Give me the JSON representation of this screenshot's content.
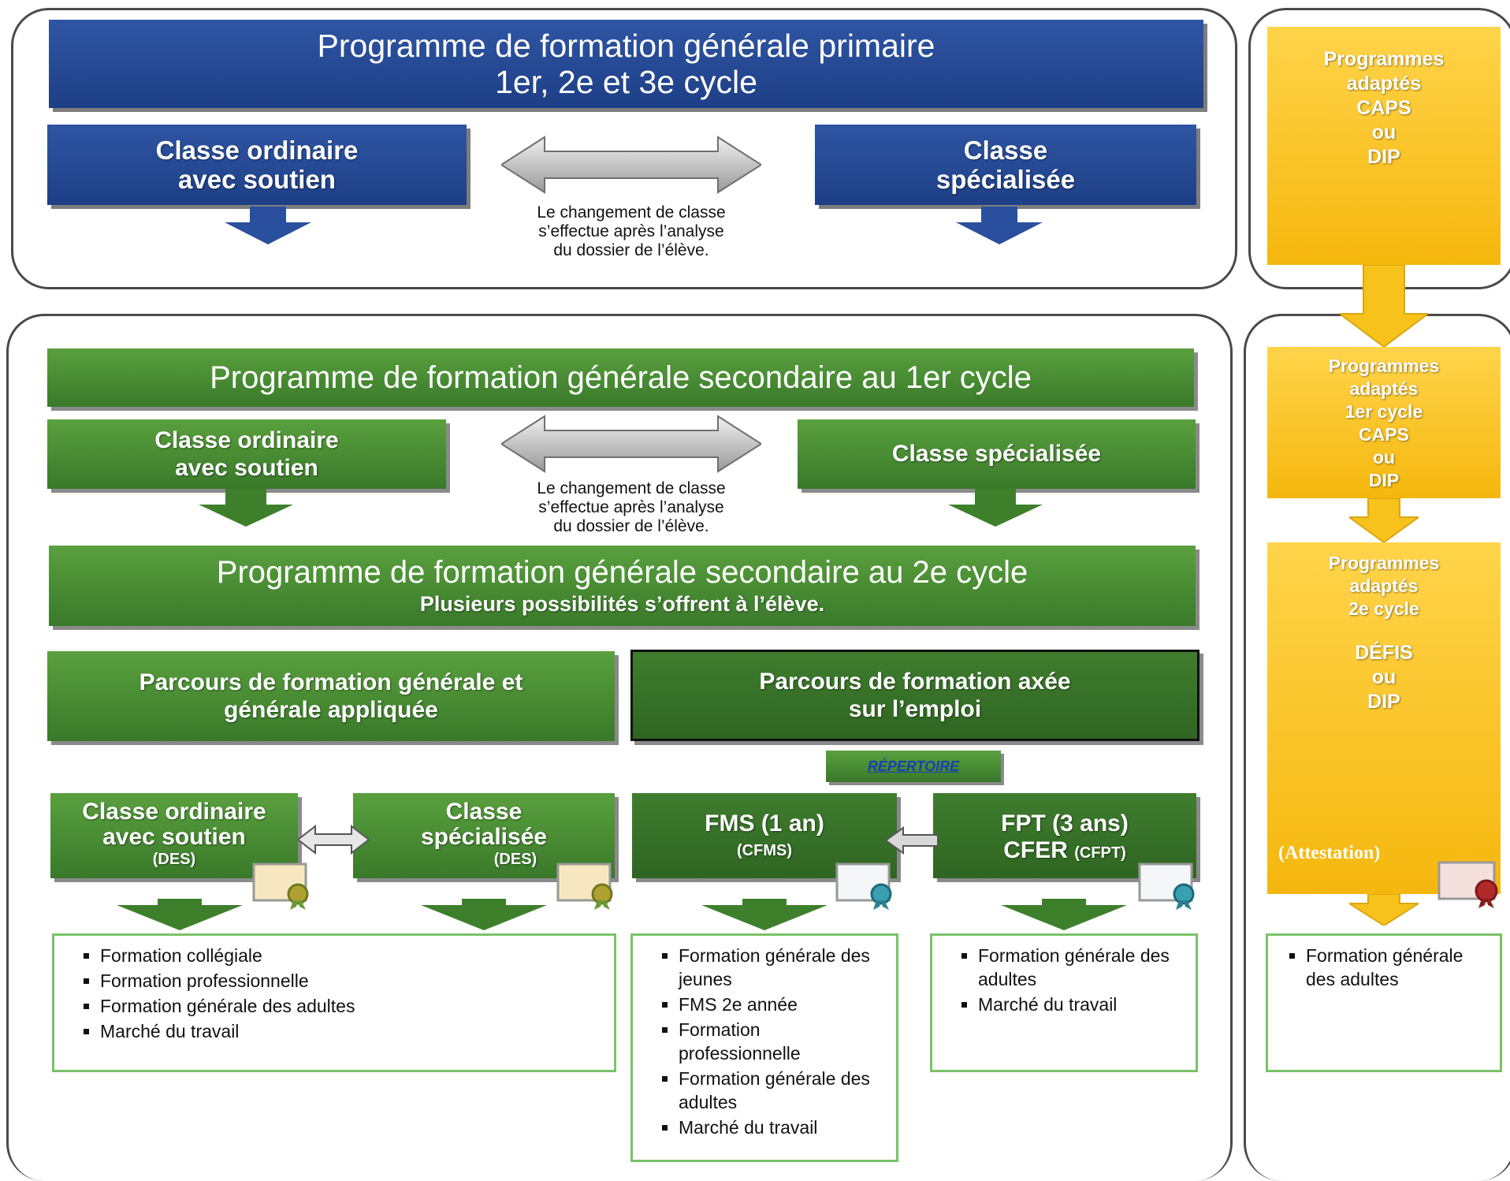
{
  "primaire": {
    "title_line1": "Programme de formation générale primaire",
    "title_line2": "1er, 2e et 3e cycle",
    "left_line1": "Classe ordinaire",
    "left_line2": "avec soutien",
    "right_line1": "Classe",
    "right_line2": "spécialisée",
    "note_line1": "Le changement de classe",
    "note_line2": "s’effectue après l’analyse",
    "note_line3": "du dossier de l’élève."
  },
  "sec1": {
    "title": "Programme de formation générale secondaire au 1er cycle",
    "left_line1": "Classe ordinaire",
    "left_line2": "avec soutien",
    "right": "Classe spécialisée",
    "note_line1": "Le changement de classe",
    "note_line2": "s’effectue après l’analyse",
    "note_line3": "du dossier de l’élève."
  },
  "sec2": {
    "title": "Programme de formation générale secondaire au 2e cycle",
    "subtitle": "Plusieurs possibilités s’offrent à l’élève."
  },
  "parcours": {
    "general_line1": "Parcours de formation générale et",
    "general_line2": "générale appliquée",
    "emploi_line1": "Parcours de formation axée",
    "emploi_line2": "sur l’emploi",
    "repertoire_link": "RÉPERTOIRE"
  },
  "boxes": {
    "ordinaire_line1": "Classe ordinaire",
    "ordinaire_line2": "avec soutien",
    "ordinaire_diploma": "(DES)",
    "specialisee_line1": "Classe",
    "specialisee_line2": "spécialisée",
    "specialisee_diploma": "(DES)",
    "fms": "FMS (1 an)",
    "fms_diploma": "(CFMS)",
    "fpt": "FPT (3 ans)",
    "cfer": "CFER",
    "fpt_diploma": "(CFPT)"
  },
  "outcomes": {
    "general": [
      "Formation collégiale",
      "Formation professionnelle",
      "Formation générale des adultes",
      "Marché du travail"
    ],
    "fms": [
      "Formation générale des jeunes",
      "FMS 2e année",
      "Formation professionnelle",
      "Formation générale des adultes",
      "Marché du travail"
    ],
    "fpt": [
      "Formation générale des adultes",
      "Marché du travail"
    ],
    "adapte": [
      "Formation générale des adultes"
    ]
  },
  "adaptes": {
    "box1": [
      "Programmes",
      "adaptés",
      "CAPS",
      "ou",
      "DIP"
    ],
    "box2": [
      "Programmes",
      "adaptés",
      "1er cycle",
      "CAPS",
      "ou",
      "DIP"
    ],
    "box3_top": [
      "Programmes",
      "adaptés",
      "2e cycle"
    ],
    "box3_mid": [
      "DÉFIS",
      "ou",
      "DIP"
    ],
    "attestation": "(Attestation)"
  },
  "colors": {
    "primary_blue": "#2a4f9e",
    "green": "#4a8a34",
    "gold": "#f8c21c",
    "border": "#4a4a4a",
    "list_border": "#7ac26a"
  }
}
